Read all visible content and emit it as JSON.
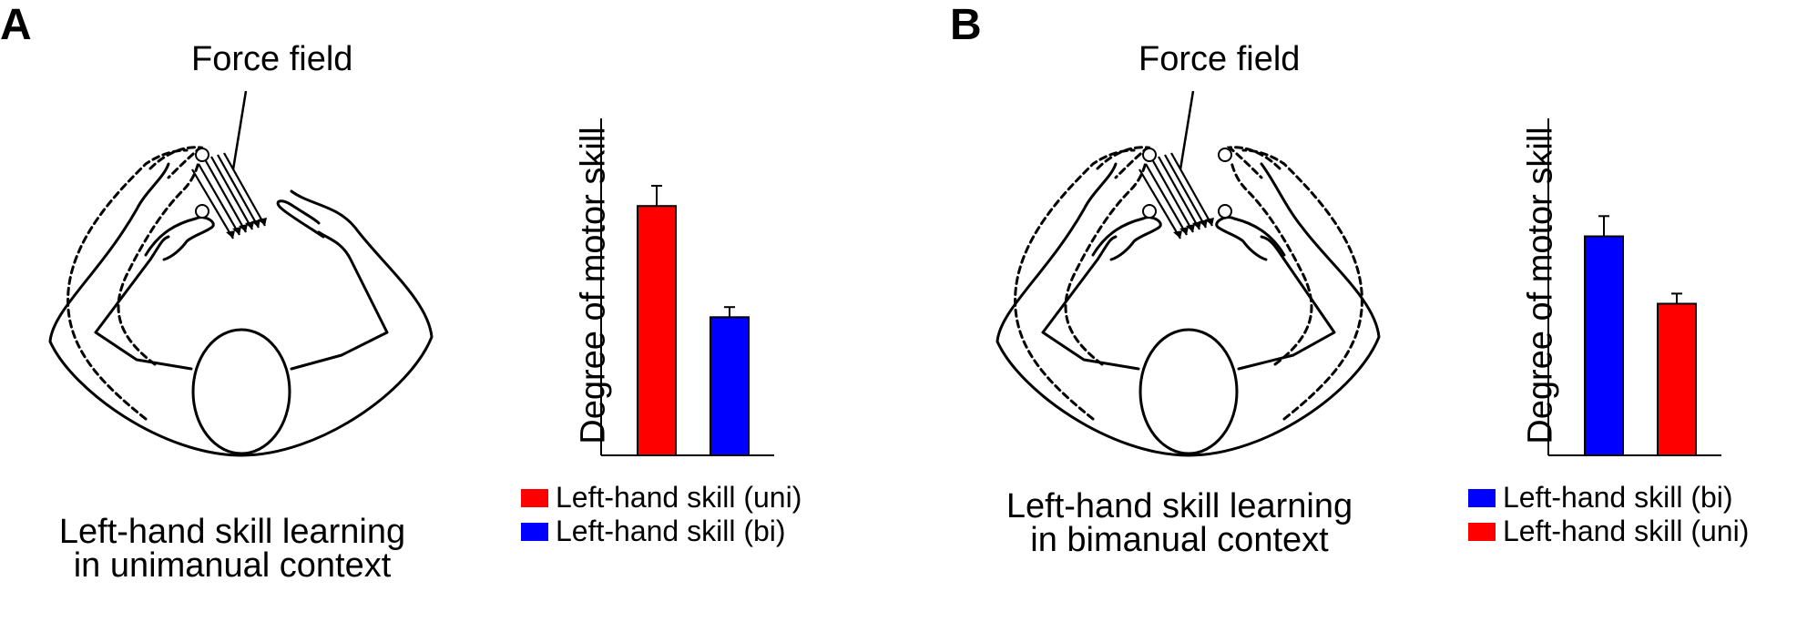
{
  "colors": {
    "red": "#ff0000",
    "blue": "#0000ff",
    "ink": "#000000"
  },
  "panel_a": {
    "letter": "A",
    "force_field_label": "Force field",
    "caption_line1": "Left-hand skill learning",
    "caption_line2": "in unimanual context",
    "legend": [
      {
        "label": "Left-hand skill (uni)",
        "color": "#ff0000"
      },
      {
        "label": "Left-hand skill (bi)",
        "color": "#0000ff"
      }
    ]
  },
  "panel_b": {
    "letter": "B",
    "force_field_label": "Force field",
    "caption_line1": "Left-hand skill learning",
    "caption_line2": "in bimanual context",
    "legend": [
      {
        "label": "Left-hand skill (bi)",
        "color": "#0000ff"
      },
      {
        "label": "Left-hand skill (uni)",
        "color": "#ff0000"
      }
    ]
  },
  "chart_data": [
    {
      "type": "bar",
      "ylabel": "Degree of motor skill",
      "ylim": [
        0,
        100
      ],
      "bars": [
        {
          "series": "Left-hand skill (uni)",
          "value": 74,
          "error": 6,
          "color": "#ff0000"
        },
        {
          "series": "Left-hand skill (bi)",
          "value": 41,
          "error": 3,
          "color": "#0000ff"
        }
      ]
    },
    {
      "type": "bar",
      "ylabel": "Degree of motor skill",
      "ylim": [
        0,
        100
      ],
      "bars": [
        {
          "series": "Left-hand skill (bi)",
          "value": 65,
          "error": 6,
          "color": "#0000ff"
        },
        {
          "series": "Left-hand skill (uni)",
          "value": 45,
          "error": 3,
          "color": "#ff0000"
        }
      ]
    }
  ]
}
